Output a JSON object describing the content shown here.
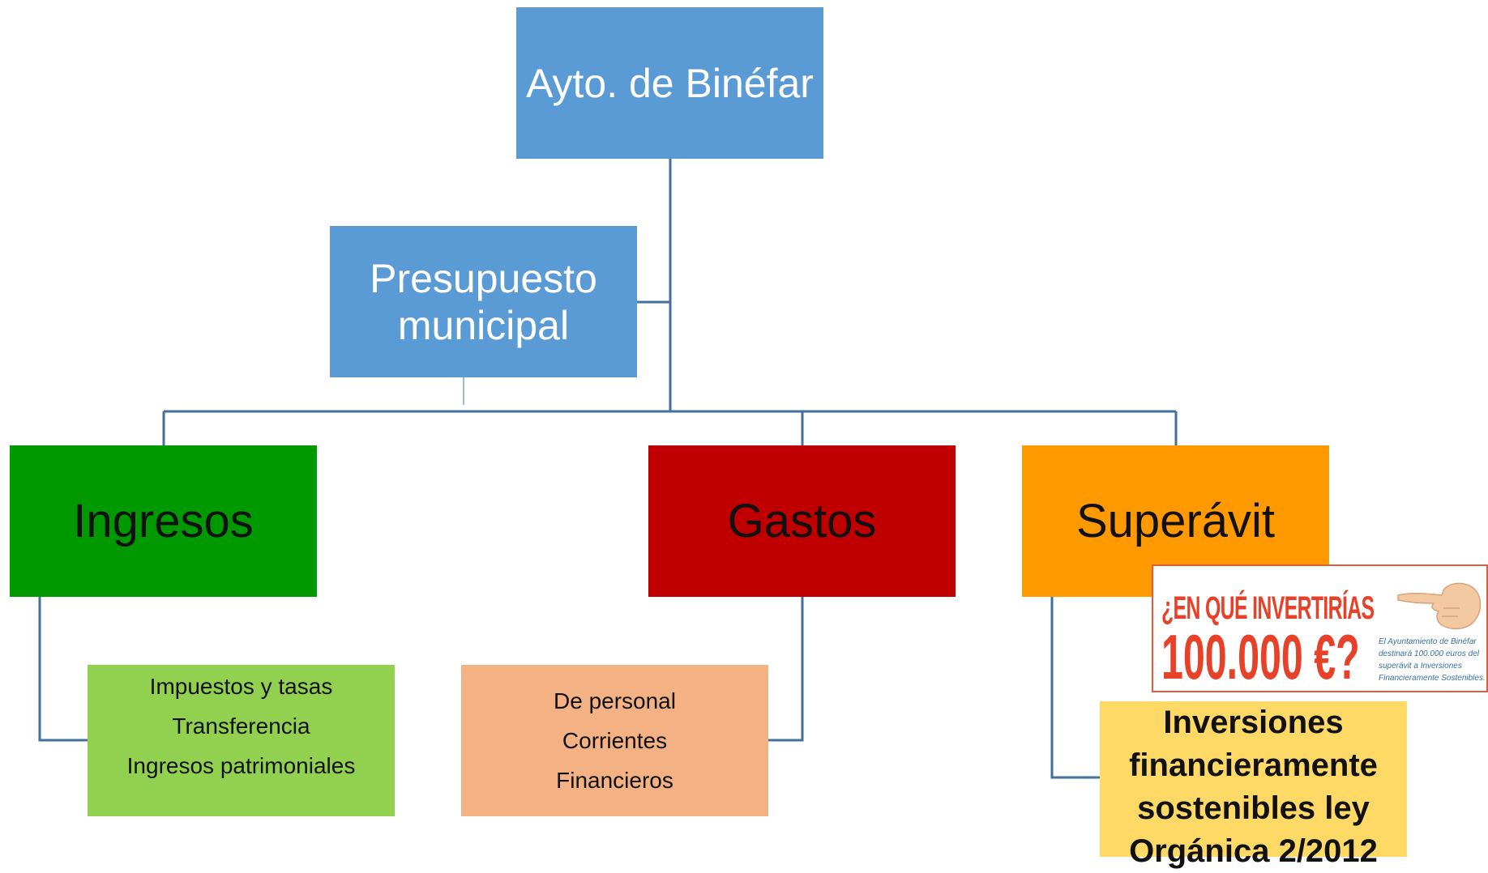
{
  "root": {
    "label": "Ayto. de Binéfar"
  },
  "budget": {
    "line1": "Presupuesto",
    "line2": "municipal"
  },
  "categories": {
    "ingresos": {
      "label": "Ingresos",
      "color": "#009900"
    },
    "gastos": {
      "label": "Gastos",
      "color": "#c00000"
    },
    "superavit": {
      "label": "Superávit",
      "color": "#ff9900"
    }
  },
  "ingresos_items": [
    "Impuestos y tasas",
    "Transferencia",
    "Ingresos patrimoniales"
  ],
  "gastos_items": [
    "De personal",
    "Corrientes",
    "Financieros"
  ],
  "superavit_items": [
    "Inversiones",
    "financieramente",
    "sostenibles ley",
    "Orgánica 2/2012"
  ],
  "promo": {
    "headline": "¿EN QUÉ INVERTIRÍAS",
    "amount": "100.000 €?",
    "note": "El Ayuntamiento de Binéfar destinará 100.000 euros del superávit a Inversiones Financieramente Sostenibles.",
    "icon": "pointing-hand-icon"
  },
  "colors": {
    "blue": "#5b9bd5",
    "connector": "#41719c",
    "light_green": "#92d050",
    "peach": "#f4b183",
    "light_yellow": "#ffd966",
    "promo_red": "#e8412a"
  }
}
